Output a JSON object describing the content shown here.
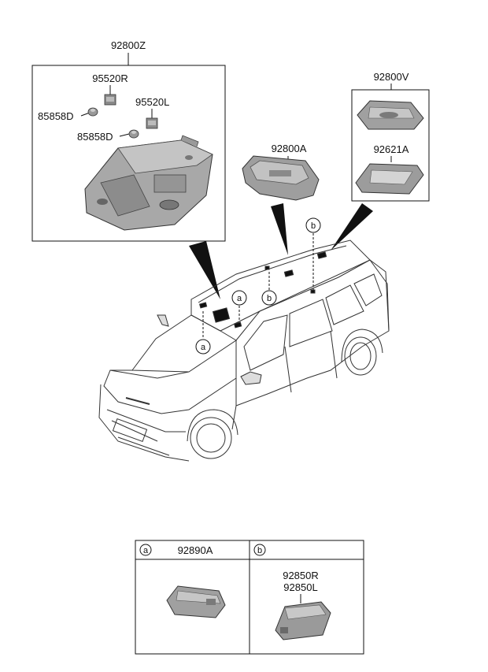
{
  "groups": {
    "overhead_console": {
      "title": "92800Z",
      "parts": [
        "95520R",
        "85858D",
        "95520L",
        "85858D"
      ]
    },
    "map_lamp": {
      "title": "92800A"
    },
    "vanity_group": {
      "title": "92800V",
      "parts": [
        "92621A"
      ]
    }
  },
  "callouts": {
    "a": "a",
    "b": "b"
  },
  "legend": {
    "col_a": {
      "marker": "a",
      "part": "92890A"
    },
    "col_b": {
      "marker": "b",
      "parts": [
        "92850R",
        "92850L"
      ]
    }
  },
  "colors": {
    "line": "#111111",
    "part_fill": "#9a9a9a",
    "part_light": "#c8c8c8",
    "part_dark": "#6a6a6a",
    "car_line": "#333333"
  }
}
